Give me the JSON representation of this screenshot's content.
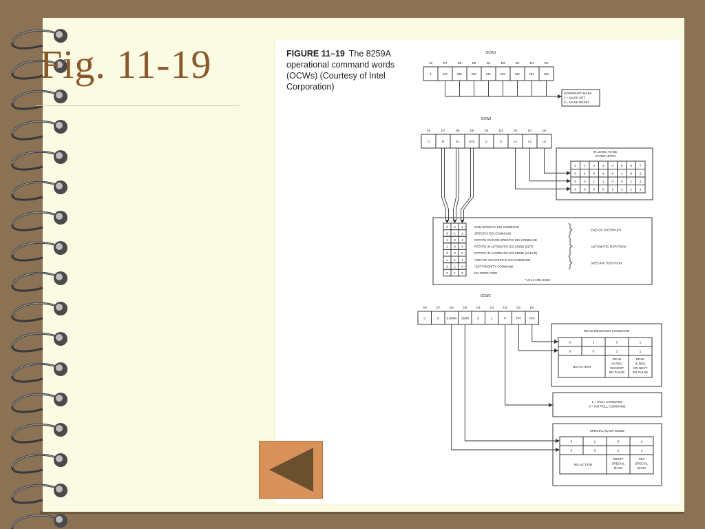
{
  "slide": {
    "title": "Fig. 11-19"
  },
  "caption": {
    "label": "FIGURE 11–19",
    "text": "The 8259A operational command words (OCWs) (Courtesy of Intel Corporation)"
  },
  "ocw1": {
    "title": "OCW1",
    "bit_headers": [
      "A0",
      "D7",
      "D6",
      "D5",
      "D4",
      "D3",
      "D2",
      "D1",
      "D0"
    ],
    "cells": [
      "1",
      "M7",
      "M6",
      "M5",
      "M4",
      "M3",
      "M2",
      "M1",
      "M0"
    ],
    "legend": [
      "INTERRUPT MASK",
      "1 = MASK SET",
      "0 = MASK RESET"
    ]
  },
  "ocw2": {
    "title": "OCW2",
    "bit_headers": [
      "A0",
      "D7",
      "D6",
      "D5",
      "D4",
      "D3",
      "D2",
      "D1",
      "D0"
    ],
    "cells": [
      "0",
      "R",
      "SL",
      "EOI",
      "0",
      "0",
      "L2",
      "L1",
      "L0"
    ],
    "ir_level_title": [
      "IR LEVEL TO BE",
      "ACTED UPON"
    ],
    "ir_level_values": [
      "0",
      "1",
      "2",
      "3",
      "4",
      "5",
      "6",
      "7"
    ],
    "ir_level_rows": [
      [
        "0",
        "1",
        "0",
        "1",
        "0",
        "1",
        "0",
        "1"
      ],
      [
        "0",
        "0",
        "1",
        "1",
        "0",
        "0",
        "1",
        "1"
      ],
      [
        "0",
        "0",
        "0",
        "0",
        "1",
        "1",
        "1",
        "1"
      ]
    ],
    "commands": [
      {
        "bits": [
          "0",
          "0",
          "1"
        ],
        "label": "NON-SPECIFIC EOI COMMAND"
      },
      {
        "bits": [
          "0",
          "1",
          "1"
        ],
        "label": "SPECIFIC EOI COMMAND"
      },
      {
        "bits": [
          "1",
          "0",
          "1"
        ],
        "label": "ROTATE ON NON-SPECIFIC EOI COMMAND"
      },
      {
        "bits": [
          "1",
          "0",
          "0"
        ],
        "label": "ROTATE IN AUTOMATIC EOI MODE (SET)"
      },
      {
        "bits": [
          "0",
          "0",
          "0"
        ],
        "label": "ROTATE IN AUTOMATIC EOI MODE (CLEAR)"
      },
      {
        "bits": [
          "1",
          "1",
          "1"
        ],
        "label": "*ROTATE ON SPECIFIC EOI COMMAND"
      },
      {
        "bits": [
          "1",
          "1",
          "0"
        ],
        "label": "*SET PRIORITY COMMAND"
      },
      {
        "bits": [
          "0",
          "1",
          "0"
        ],
        "label": "NO OPERATION"
      }
    ],
    "groups": [
      "END OF INTERRUPT",
      "AUTOMATIC ROTATION",
      "SPECIFIC ROTATION"
    ],
    "footnote": "*L0-L2 ARE USED"
  },
  "ocw3": {
    "title": "OCW3",
    "bit_headers": [
      "A0",
      "D7",
      "D6",
      "D5",
      "D4",
      "D3",
      "D2",
      "D1",
      "D0"
    ],
    "cells": [
      "0",
      "0",
      "ESMM",
      "SMM",
      "0",
      "1",
      "P",
      "RR",
      "RIS"
    ],
    "read_register": {
      "title": "READ REGISTER COMMAND",
      "rows": [
        [
          "0",
          "1",
          "0",
          "1"
        ],
        [
          "0",
          "0",
          "1",
          "1"
        ]
      ],
      "no_action": "NO ACTION",
      "read_ir": [
        "READ",
        "IR REG",
        "ON NEXT",
        "RD PULSE"
      ],
      "read_is": [
        "READ",
        "IS REG",
        "ON NEXT",
        "RD PULSE"
      ]
    },
    "poll": [
      "1 = POLL COMMAND",
      "0 = NO POLL COMMAND"
    ],
    "special_mask": {
      "title": "SPECIAL MASK MODE",
      "rows": [
        [
          "0",
          "1",
          "0",
          "1"
        ],
        [
          "0",
          "0",
          "1",
          "1"
        ]
      ],
      "no_action": "NO ACTION",
      "reset": [
        "RESET",
        "SPECIAL",
        "MASK"
      ],
      "set": [
        "SET",
        "SPECIAL",
        "MASK"
      ]
    }
  },
  "colors": {
    "page": "#fbfae3",
    "background": "#8b7255",
    "title": "#8a5a2c",
    "button": "#d79159",
    "arrow": "#6b5030"
  },
  "icons": {
    "back": "triangle-left-icon",
    "spiral": "spiral-binding-icon"
  }
}
